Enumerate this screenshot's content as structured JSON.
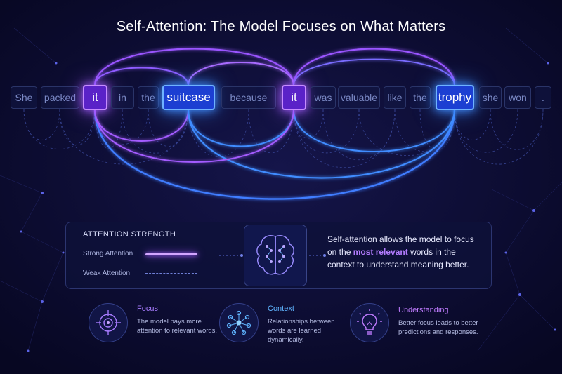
{
  "title": "Self-Attention: The Model Focuses on What Matters",
  "tokens": [
    "She",
    "packed",
    "it",
    "in",
    "the",
    "suitcase",
    "because",
    "it",
    "was",
    "valuable",
    "like",
    "the",
    "trophy",
    "she",
    "won",
    "."
  ],
  "highlighted_tokens": {
    "it": "#8b3dff",
    "suitcase": "#2f6bff",
    "trophy": "#2f6bff"
  },
  "legend": {
    "title": "ATTENTION STRENGTH",
    "strong": "Strong Attention",
    "weak": "Weak Attention"
  },
  "description": {
    "before": "Self-attention allows the model to focus on the ",
    "highlight": "most relevant",
    "after": " words in the context to understand meaning better."
  },
  "features": [
    {
      "title": "Focus",
      "text": "The model pays more attention to relevant words.",
      "icon": "target-icon",
      "color": "#a87cff"
    },
    {
      "title": "Context",
      "text": "Relationships between words are learned dynamically.",
      "icon": "network-icon",
      "color": "#5fb4ff"
    },
    {
      "title": "Understanding",
      "text": "Better focus leads to better predictions and responses.",
      "icon": "lightbulb-icon",
      "color": "#c07cff"
    }
  ],
  "colors": {
    "purple": "#8b3dff",
    "blue": "#2f6bff",
    "background": "#0a0a2a"
  }
}
